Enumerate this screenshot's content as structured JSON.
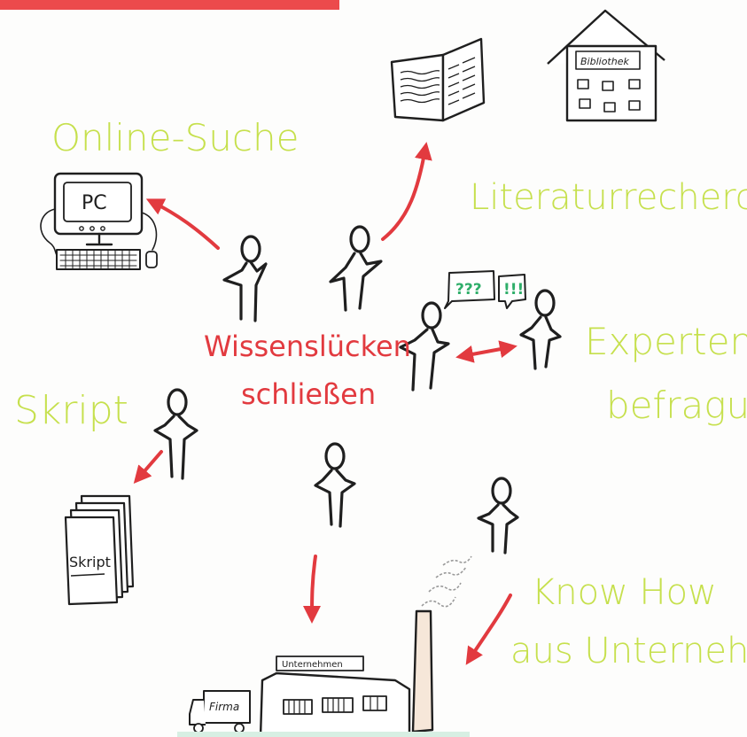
{
  "center_title": {
    "line1": "Wissenslücken",
    "line2": "schließen"
  },
  "labels": {
    "online": "Online-Suche",
    "literature": "Literaturrecherch",
    "experts_line1": "Experten",
    "experts_line2": "befragun",
    "script": "Skript",
    "knowhow_line1": "Know How",
    "knowhow_line2": "aus Unternehme"
  },
  "drawing_text": {
    "pc": "PC",
    "library": "Bibliothek",
    "script_doc": "Skript",
    "company": "Unternehmen",
    "truck": "Firma",
    "bubble_question": "???",
    "bubble_exclaim": "!!!"
  },
  "colors": {
    "accent_red": "#e23a3f",
    "label_green": "#c6e04d",
    "ink": "#1f1f1f",
    "bubble_green": "#2fae6a"
  }
}
